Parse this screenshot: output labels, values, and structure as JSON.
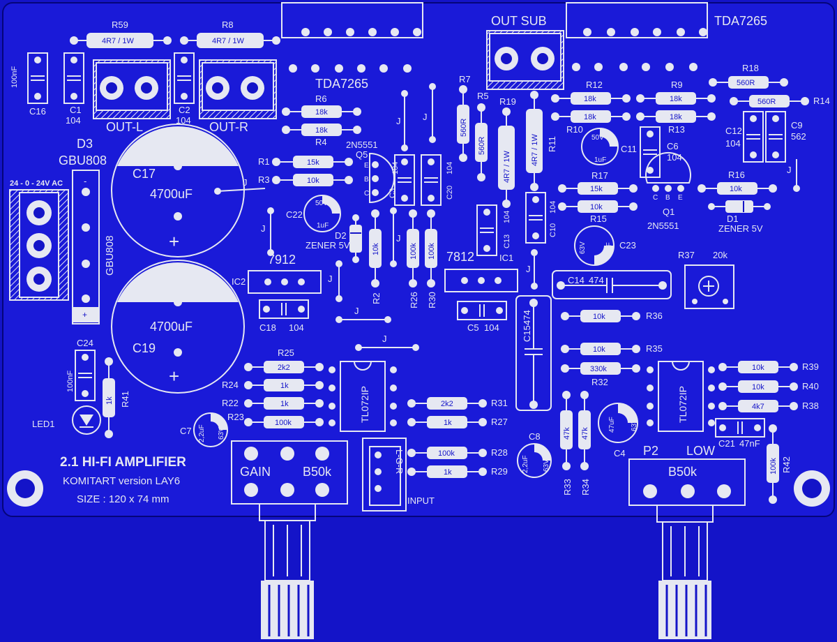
{
  "colors": {
    "board": "#1414c8",
    "silkscreen": "#e6e8f2",
    "copper": "#1a1ad8"
  },
  "board": {
    "title": "2.1 HI-FI AMPLIFIER",
    "version": "KOMITART version LAY6",
    "size": "SIZE : 120 x 74 mm"
  },
  "connectors": {
    "power": "24 - 0 - 24V AC",
    "out_left": "OUT-L",
    "out_right": "OUT-R",
    "out_sub": "OUT SUB",
    "input": "INPUT",
    "input_pins": "L-G-R"
  },
  "ics": {
    "amp_lr": "TDA7265",
    "amp_sub": "TDA7265",
    "reg_neg": "7912",
    "reg_pos": "7812",
    "ic2": "IC2",
    "ic1": "IC1",
    "opamp_left": "TL072IP",
    "opamp_right": "TL072IP"
  },
  "pots": {
    "gain_label": "GAIN",
    "gain_value": "B50k",
    "low_name": "P2",
    "low_label": "LOW",
    "low_value": "B50k",
    "trim_name": "R37",
    "trim_value": "20k"
  },
  "rectifier": {
    "ref": "D3",
    "part": "GBU808",
    "part_vertical": "GBU808",
    "minus": "-",
    "plus": "+"
  },
  "electrolytics": {
    "c17_ref": "C17",
    "c17_value": "4700uF",
    "c19_ref": "C19",
    "c19_value": "4700uF",
    "plus": "+",
    "c22_ref": "C22",
    "c22_v": "50V",
    "c22_c": "1uF",
    "c11_ref": "C11",
    "c11_v": "50V",
    "c11_c": "1uF",
    "c23_ref": "C23",
    "c23_v": "63V",
    "c23_c": "47uF",
    "c4_ref": "C4",
    "c4_v": "63V",
    "c4_c": "47uF",
    "c7_ref": "C7",
    "c7_v": "63V",
    "c7_c": "2,2uF",
    "c8_ref": "C8",
    "c8_v": "63V",
    "c8_c": "2,2uF"
  },
  "capacitors": {
    "c16": "C16",
    "c16_v": "100nF",
    "c1": "C1",
    "c1_v": "104",
    "c2": "C2",
    "c2_v": "104",
    "c3": "C3",
    "c3_v": "104",
    "c20": "C20",
    "c20_v": "104",
    "c13": "C13",
    "c13_v": "104",
    "c10": "C10",
    "c10_v": "104",
    "c6": "C6",
    "c6_v": "104",
    "c12": "C12",
    "c12_v": "104",
    "c9": "C9",
    "c9_v": "562",
    "c18": "C18",
    "c18_v": "104",
    "c5": "C5",
    "c5_v": "104",
    "c14": "C14",
    "c14_v": "474",
    "c15": "C15",
    "c15_v": "474",
    "c24": "C24",
    "c24_v": "100nF",
    "c21": "C21",
    "c21_v": "47nF"
  },
  "resistors": {
    "r59": "R59",
    "r59_v": "4R7 / 1W",
    "r8": "R8",
    "r8_v": "4R7 / 1W",
    "r6": "R6",
    "r6_v": "18k",
    "r4": "R4",
    "r4_v": "18k",
    "r1": "R1",
    "r1_v": "15k",
    "r3": "R3",
    "r3_v": "10k",
    "r7": "R7",
    "r7_v": "560R",
    "r5": "R5",
    "r5_v": "560R",
    "r19": "R19",
    "r19_v": "4R7 / 1W",
    "r11": "R11",
    "r11_v": "4R7 / 1W",
    "r12": "R12",
    "r12_v": "18k",
    "r10": "R10",
    "r10_v": "18k",
    "r9": "R9",
    "r9_v": "18k",
    "r13": "R13",
    "r13_v": "18k",
    "r18": "R18",
    "r18_v": "560R",
    "r14": "R14",
    "r14_v": "560R",
    "r17": "R17",
    "r17_v": "15k",
    "r15": "R15",
    "r15_v": "10k",
    "r16": "R16",
    "r16_v": "10k",
    "r2": "R2",
    "r2_v": "10k",
    "r26": "R26",
    "r26_v": "100k",
    "r30": "R30",
    "r30_v": "100k",
    "r36": "R36",
    "r36_v": "10k",
    "r35": "R35",
    "r35_v": "10k",
    "r32": "R32",
    "r32_v": "330k",
    "r25": "R25",
    "r25_v": "2k2",
    "r24": "R24",
    "r24_v": "1k",
    "r22": "R22",
    "r22_v": "1k",
    "r23": "R23",
    "r23_v": "100k",
    "r31": "R31",
    "r31_v": "2k2",
    "r27": "R27",
    "r27_v": "1k",
    "r28": "R28",
    "r28_v": "100k",
    "r29": "R29",
    "r29_v": "1k",
    "r33": "R33",
    "r33_v": "47k",
    "r34": "R34",
    "r34_v": "47k",
    "r39": "R39",
    "r39_v": "10k",
    "r40": "R40",
    "r40_v": "10k",
    "r38": "R38",
    "r38_v": "4k7",
    "r41": "R41",
    "r41_v": "1k",
    "r42": "R42",
    "r42_v": "100k"
  },
  "semis": {
    "q5": "Q5",
    "q5_part": "2N5551",
    "q1": "Q1",
    "q1_part": "2N5551",
    "pin_e": "E",
    "pin_b": "B",
    "pin_c": "C",
    "d2": "D2",
    "d2_part": "ZENER 5V",
    "d1": "D1",
    "d1_part": "ZENER 5V",
    "led": "LED1"
  },
  "jumper": "J"
}
